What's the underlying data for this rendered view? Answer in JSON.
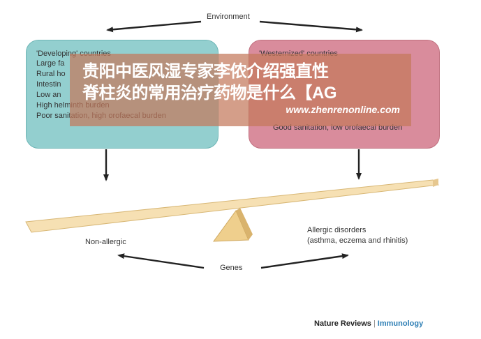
{
  "diagram": {
    "top_label": "Environment",
    "bottom_label": "Genes",
    "left_box": {
      "title": "'Developing' countries",
      "items": [
        "Large fa",
        "Rural ho",
        "Intestin",
        "Low an",
        "High helminth burden",
        "Poor sanitation, high orofaecal burden"
      ]
    },
    "right_box": {
      "title": "'Westernized' countries",
      "items": [
        "Good sanitation, low orofaecal burden"
      ]
    },
    "left_outcome": "Non-allergic",
    "right_outcome_line1": "Allergic disorders",
    "right_outcome_line2": "(asthma, eczema and rhinitis)"
  },
  "overlay": {
    "headline_line1": "贵阳中医风湿专家李侬介绍强直性",
    "headline_line2": "脊柱炎的常用治疗药物是什么【AG",
    "url": "www.zhenrenonline.com"
  },
  "credit": {
    "journal": "Nature Reviews",
    "separator": "|",
    "section": "Immunology"
  },
  "colors": {
    "left_box": "#93cfcf",
    "right_box": "#d98c9c",
    "overlay": "#c4785c",
    "plank": "#f6e0b3",
    "fulcrum": "#efcf8d"
  }
}
